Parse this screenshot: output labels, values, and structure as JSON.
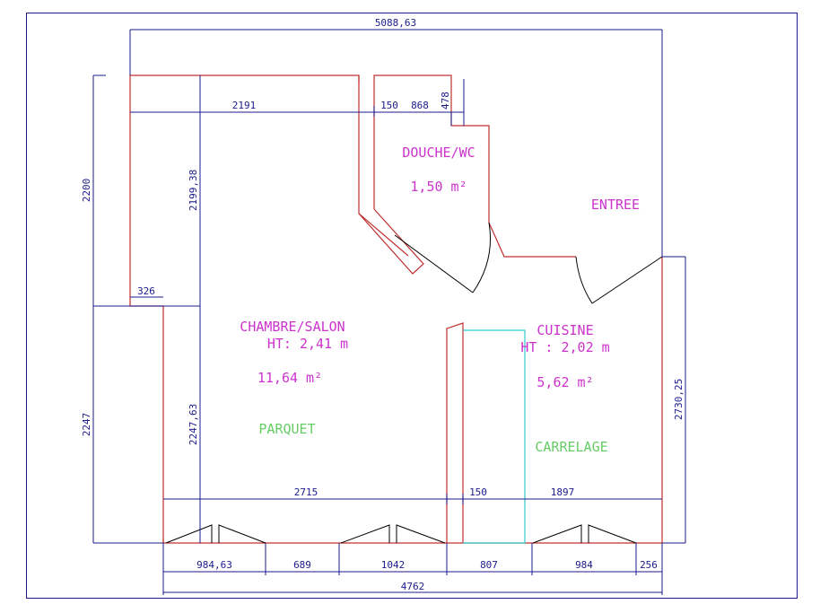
{
  "colors": {
    "frame": "#1a1a8c",
    "wall": "#c03030",
    "dimension": "#1a1a8c",
    "room_label": "#cc33cc",
    "floor_label": "#66cc66",
    "tile_area": "#33cccc",
    "door": "#000000"
  },
  "rooms": {
    "douche": {
      "name": "DOUCHE/WC",
      "area": "1,50 m²"
    },
    "entree": {
      "name": "ENTREE"
    },
    "chambre": {
      "name": "CHAMBRE/SALON",
      "height": "HT: 2,41 m",
      "area": "11,64 m²",
      "floor": "PARQUET"
    },
    "cuisine": {
      "name": "CUISINE",
      "height": "HT : 2,02 m",
      "area": "5,62 m²",
      "floor": "CARRELAGE"
    }
  },
  "dimensions": {
    "overall_top": "5088,63",
    "chambre_width": "2191",
    "small_1": "150",
    "douche_width": "868",
    "small_2": "478",
    "left_height_upper": "2200",
    "inner_height_upper": "2199,38",
    "step": "326",
    "left_height_lower": "2247",
    "inner_height_lower": "2247,63",
    "right_height": "2730,25",
    "bottom_chambre": "2715",
    "bottom_small": "150",
    "bottom_cuisine": "1897",
    "seg_1": "984,63",
    "seg_2": "689",
    "seg_3": "1042",
    "seg_4": "807",
    "seg_5": "984",
    "seg_6": "256",
    "overall_bottom": "4762"
  }
}
